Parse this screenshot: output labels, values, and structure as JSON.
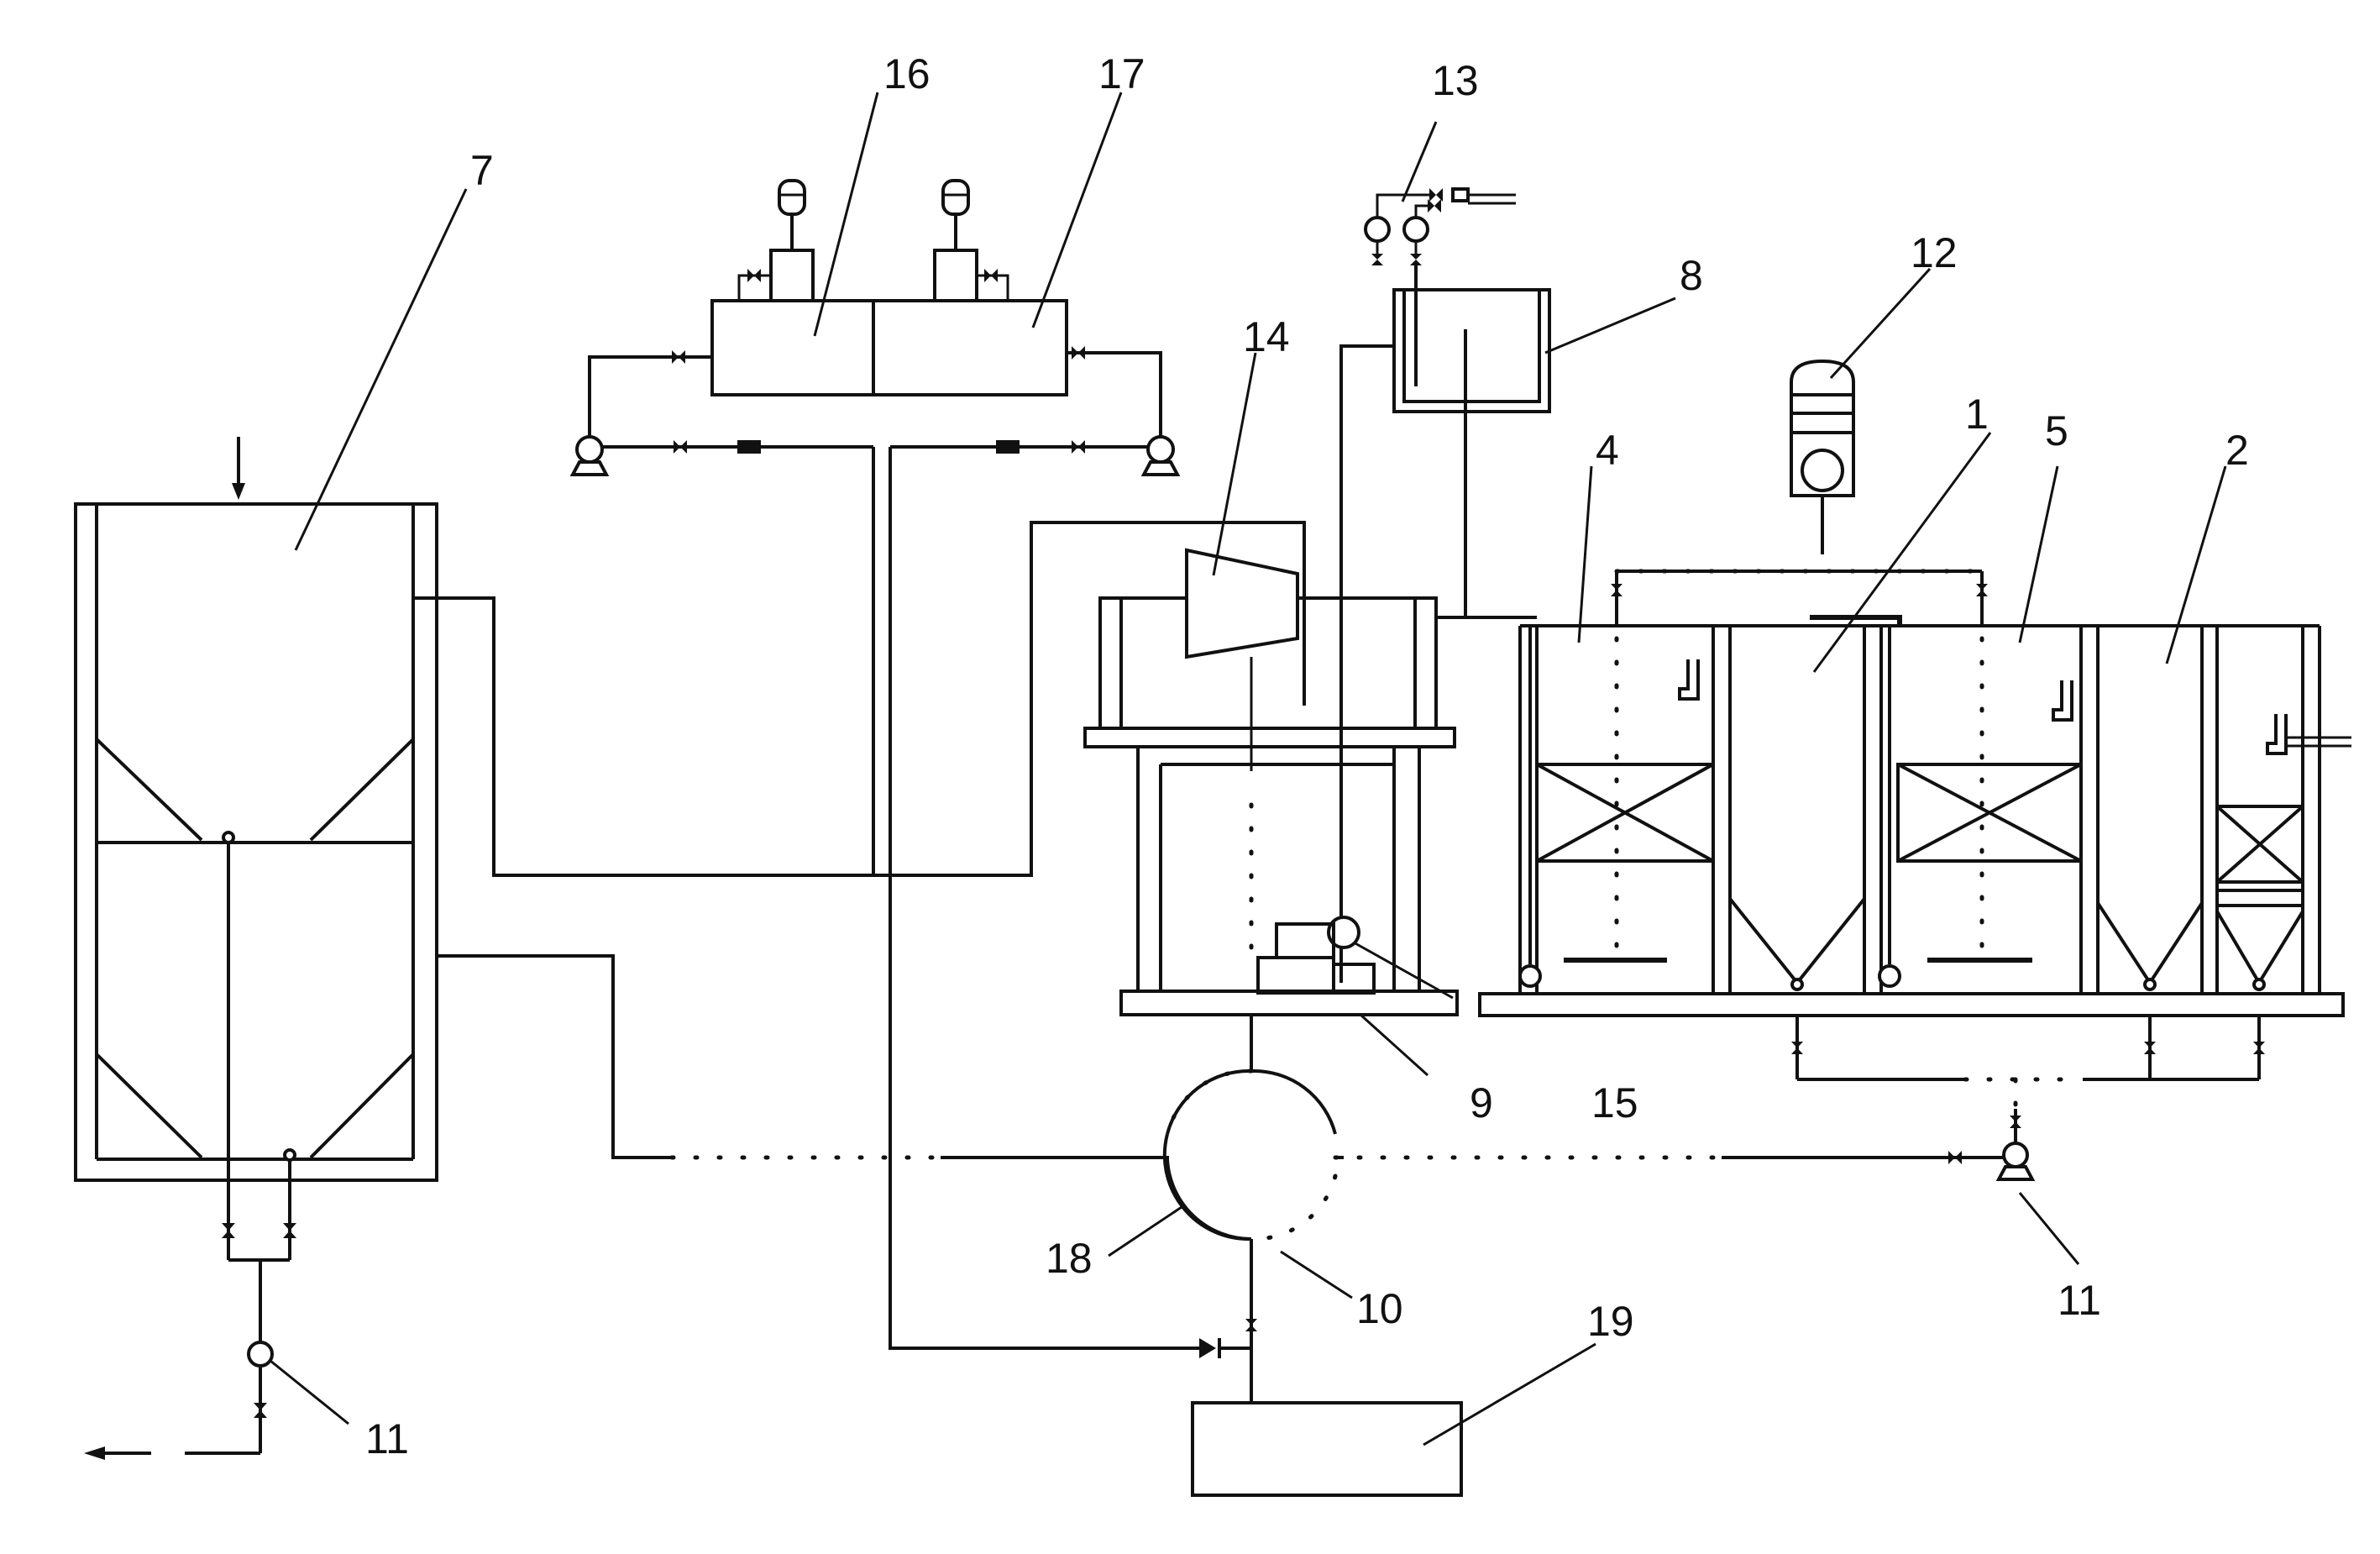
{
  "diagram": {
    "callouts": [
      {
        "id": "c7",
        "text": "7"
      },
      {
        "id": "c16",
        "text": "16"
      },
      {
        "id": "c17",
        "text": "17"
      },
      {
        "id": "c13",
        "text": "13"
      },
      {
        "id": "c8",
        "text": "8"
      },
      {
        "id": "c12",
        "text": "12"
      },
      {
        "id": "c14",
        "text": "14"
      },
      {
        "id": "c4",
        "text": "4"
      },
      {
        "id": "c1",
        "text": "1"
      },
      {
        "id": "c5",
        "text": "5"
      },
      {
        "id": "c2",
        "text": "2"
      },
      {
        "id": "c9",
        "text": "9"
      },
      {
        "id": "c15",
        "text": "15"
      },
      {
        "id": "c18",
        "text": "18"
      },
      {
        "id": "c10",
        "text": "10"
      },
      {
        "id": "c19",
        "text": "19"
      },
      {
        "id": "c11a",
        "text": "11"
      },
      {
        "id": "c11b",
        "text": "11"
      }
    ]
  }
}
